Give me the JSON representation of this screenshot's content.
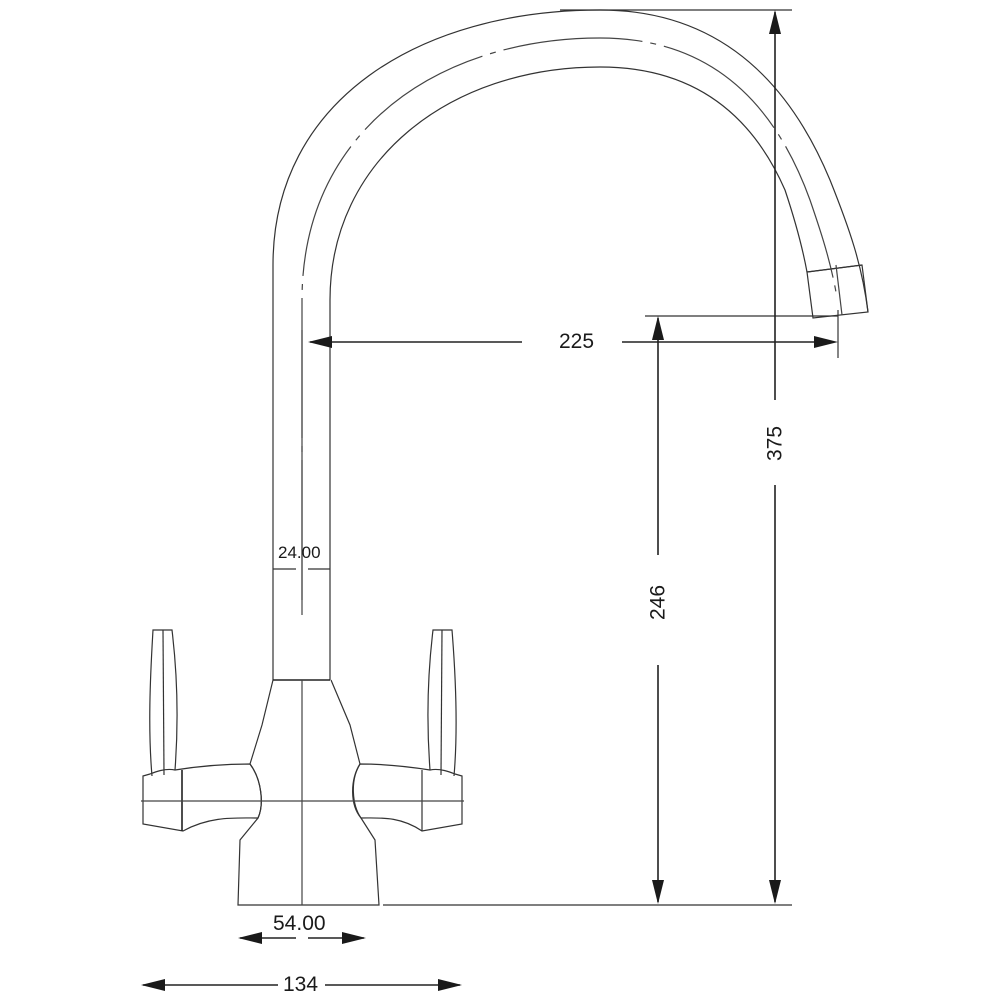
{
  "drawing": {
    "subject": "Mixer tap dimension drawing",
    "units": "mm",
    "line_color": "#333333",
    "background": "#ffffff"
  },
  "dimensions": {
    "spout_reach": {
      "label": "225",
      "orientation": "horizontal"
    },
    "total_height": {
      "label": "375",
      "orientation": "vertical"
    },
    "spout_outlet_height": {
      "label": "246",
      "orientation": "vertical"
    },
    "spout_diameter": {
      "label": "24.00",
      "orientation": "horizontal"
    },
    "base_diameter": {
      "label": "54.00",
      "orientation": "horizontal"
    },
    "overall_width": {
      "label": "134",
      "orientation": "horizontal"
    }
  }
}
